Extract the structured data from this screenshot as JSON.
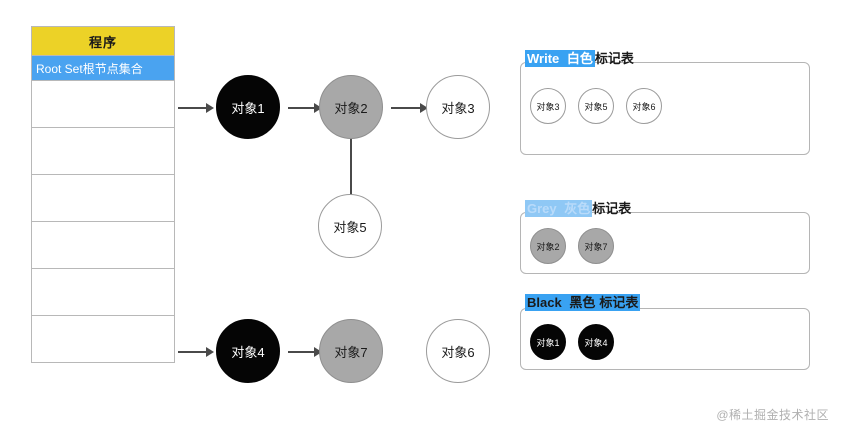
{
  "program_table": {
    "header": "程序",
    "root_set": "Root Set根节点集合",
    "empty_rows": 6
  },
  "graph": {
    "nodes": [
      {
        "id": "n1",
        "label": "对象1",
        "color": "black"
      },
      {
        "id": "n2",
        "label": "对象2",
        "color": "grey"
      },
      {
        "id": "n3",
        "label": "对象3",
        "color": "white"
      },
      {
        "id": "n5",
        "label": "对象5",
        "color": "white"
      },
      {
        "id": "n4",
        "label": "对象4",
        "color": "black"
      },
      {
        "id": "n7",
        "label": "对象7",
        "color": "grey"
      },
      {
        "id": "n6",
        "label": "对象6",
        "color": "white"
      }
    ],
    "edges": [
      {
        "from": "root",
        "to": "n1"
      },
      {
        "from": "n1",
        "to": "n2"
      },
      {
        "from": "n2",
        "to": "n3"
      },
      {
        "from": "n5",
        "to": "n2"
      },
      {
        "from": "root",
        "to": "n4"
      },
      {
        "from": "n4",
        "to": "n7"
      }
    ]
  },
  "mark_tables": [
    {
      "id": "white",
      "title_main": "Write",
      "title_rest": " 白色",
      "title_tail": "标记表",
      "items": [
        {
          "label": "对象3",
          "color": "white"
        },
        {
          "label": "对象5",
          "color": "white"
        },
        {
          "label": "对象6",
          "color": "white"
        }
      ]
    },
    {
      "id": "grey",
      "title_main": "Grey",
      "title_rest": " 灰色",
      "title_tail": "标记表",
      "items": [
        {
          "label": "对象2",
          "color": "grey"
        },
        {
          "label": "对象7",
          "color": "grey"
        }
      ]
    },
    {
      "id": "black",
      "title_main": "Black",
      "title_rest": " 黑色",
      "title_tail": "标记表",
      "items": [
        {
          "label": "对象1",
          "color": "black"
        },
        {
          "label": "对象4",
          "color": "black"
        }
      ]
    }
  ],
  "watermark": "@稀土掘金技术社区",
  "colors": {
    "header_yellow": "#ecd227",
    "root_blue": "#4aa3f0",
    "grey_node": "#a8a8a8",
    "black_node": "#050505",
    "border": "#b8b8b8"
  }
}
